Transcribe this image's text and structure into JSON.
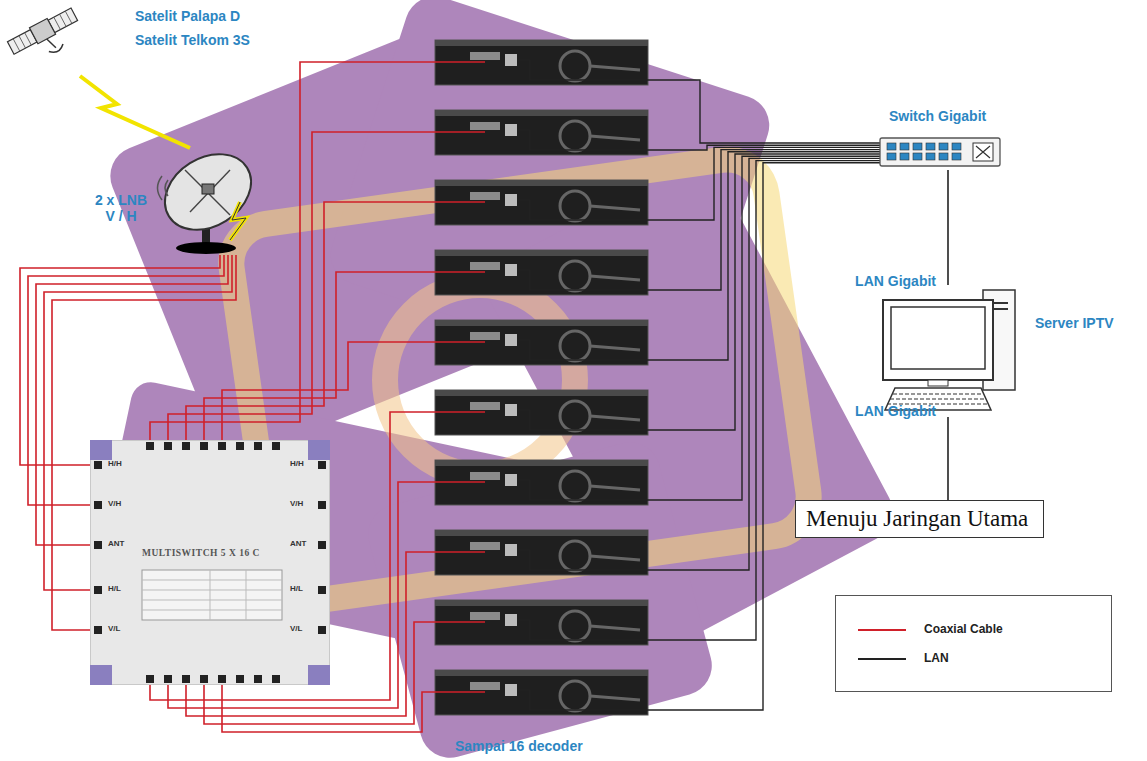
{
  "diagram": {
    "nodes": [
      {
        "text": [
          "Satelit Palapa D",
          "Satelit Telkom 3S"
        ]
      },
      {
        "text": [
          "2 x LNB V / H"
        ]
      },
      {
        "text": [
          "Switch Gigabit"
        ]
      },
      {
        "text": [
          "Server IPTV"
        ]
      },
      {
        "text": [
          "Menuju Jaringan Utama"
        ]
      },
      {
        "text": [
          "MULTISWITCH 5 X 16 C"
        ]
      }
    ],
    "edges": [
      {
        "from": 0,
        "to": 1,
        "arrow": "none"
      },
      {
        "from": 1,
        "to": 5,
        "arrow": "none"
      },
      {
        "from": 2,
        "to": 3,
        "label": "LAN Gigabit",
        "arrow": "none"
      },
      {
        "from": 3,
        "to": 4,
        "label": "LAN Gigabit",
        "arrow": "none"
      }
    ],
    "labels": [
      "H/H",
      "V/H",
      "ANT",
      "H/L",
      "V/L",
      "H/H",
      "V/H",
      "ANT",
      "H/L",
      "V/L",
      "Sampai 16 decoder"
    ],
    "legend": [
      {
        "text": "Coaxial Cable"
      },
      {
        "text": "LAN"
      }
    ]
  }
}
